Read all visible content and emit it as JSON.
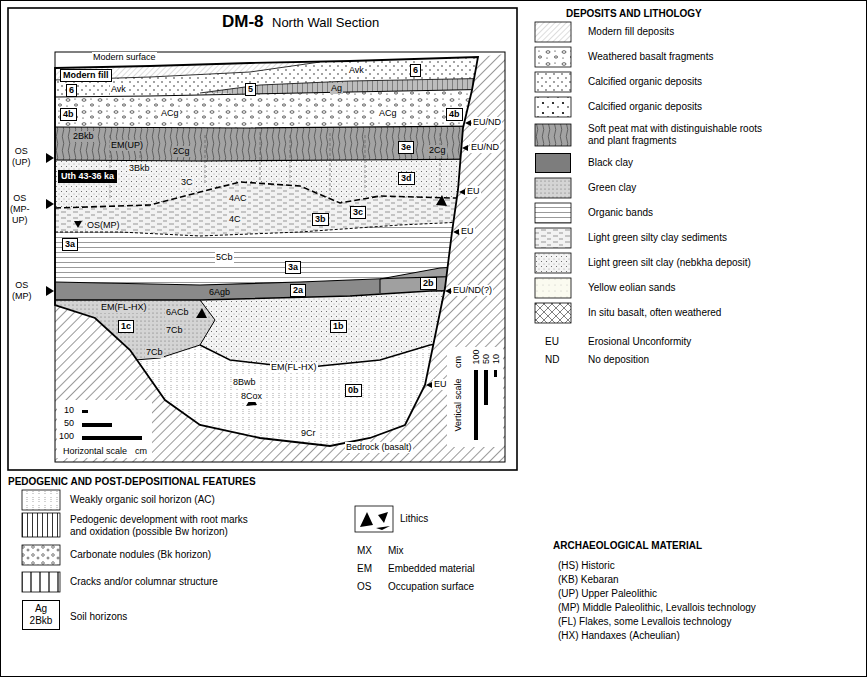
{
  "diagram": {
    "title": "DM-8",
    "nodes": [
      {
        "text": [
          "Modern fill"
        ]
      },
      {
        "text": [
          "6"
        ]
      },
      {
        "text": [
          "6"
        ]
      },
      {
        "text": [
          "5"
        ]
      },
      {
        "text": [
          "4b"
        ]
      },
      {
        "text": [
          "4b"
        ]
      },
      {
        "text": [
          "3e"
        ]
      },
      {
        "text": [
          "Uth 43-36 ka"
        ]
      },
      {
        "text": [
          "3d"
        ]
      },
      {
        "text": [
          "3c"
        ]
      },
      {
        "text": [
          "3a"
        ]
      },
      {
        "text": [
          "3b"
        ]
      },
      {
        "text": [
          "3a"
        ]
      },
      {
        "text": [
          "2a"
        ]
      },
      {
        "text": [
          "2b"
        ]
      },
      {
        "text": [
          "1c"
        ]
      },
      {
        "text": [
          "1b"
        ]
      },
      {
        "text": [
          "0b"
        ]
      },
      {
        "text": [
          "Ag",
          "2Bkb"
        ]
      }
    ],
    "labels": [
      "North Wall Section",
      "Modern surface",
      "Avk",
      "Avk",
      "Ag",
      "ACg",
      "ACg",
      "2Bkb",
      "EM(UP)",
      "2Cg",
      "2Cg",
      "3Bkb",
      "3C",
      "4AC",
      "4C",
      "OS(MP)",
      "5Cb",
      "6Agb",
      "EM(FL-HX)",
      "6ACb",
      "7Cb",
      "7Cb",
      "EM(FL-HX)",
      "8Bwb",
      "8Cox",
      "9Cr",
      "Bedrock (basalt)",
      "OS (UP)",
      "OS (MP-UP)",
      "OS (MP)",
      "EU/ND",
      "EU/ND",
      "EU",
      "EU",
      "EU/ND(?)",
      "EU",
      "10",
      "50",
      "100",
      "Horizontal scale",
      "cm",
      "100",
      "50",
      "10",
      "Vertical scale",
      "cm",
      "DEPOSITS AND LITHOLOGY",
      "EU",
      "Erosional Unconformity",
      "ND",
      "No deposition",
      "PEDOGENIC AND POST-DEPOSITIONAL FEATURES",
      "Soil horizons",
      "ARCHAEOLOGICAL MATERIAL",
      "MX",
      "Mix",
      "EM",
      "Embedded material",
      "OS",
      "Occupation surface",
      "(HS) Historic",
      "(KB) Kebaran",
      "(UP) Upper Paleolithic",
      "(MP) Middle Paleolithic, Levallois technology",
      "(FL) Flakes, some Levallois technology",
      "(HX) Handaxes (Acheulian)"
    ],
    "legend": [
      {
        "text": "Modern fill deposits"
      },
      {
        "text": "Weathered basalt fragments"
      },
      {
        "text": "Calcified organic deposits"
      },
      {
        "text": "Calcified organic deposits"
      },
      {
        "text": "Soft peat mat with distinguishable roots and plant fragments"
      },
      {
        "text": "Black clay",
        "color": "#7d7d7d"
      },
      {
        "text": "Green clay"
      },
      {
        "text": "Organic bands"
      },
      {
        "text": "Light green silty clay sediments"
      },
      {
        "text": "Light green silt clay (nebkha deposit)"
      },
      {
        "text": "Yellow eolian sands"
      },
      {
        "text": "In situ basalt, often weathered"
      },
      {
        "text": "Weakly organic soil horizon (AC)"
      },
      {
        "text": "Pedogenic development with root marks and oxidation (possible Bw horizon)"
      },
      {
        "text": "Carbonate nodules (Bk horizon)"
      },
      {
        "text": "Cracks and/or columnar structure"
      },
      {
        "text": "Lithics"
      }
    ]
  }
}
